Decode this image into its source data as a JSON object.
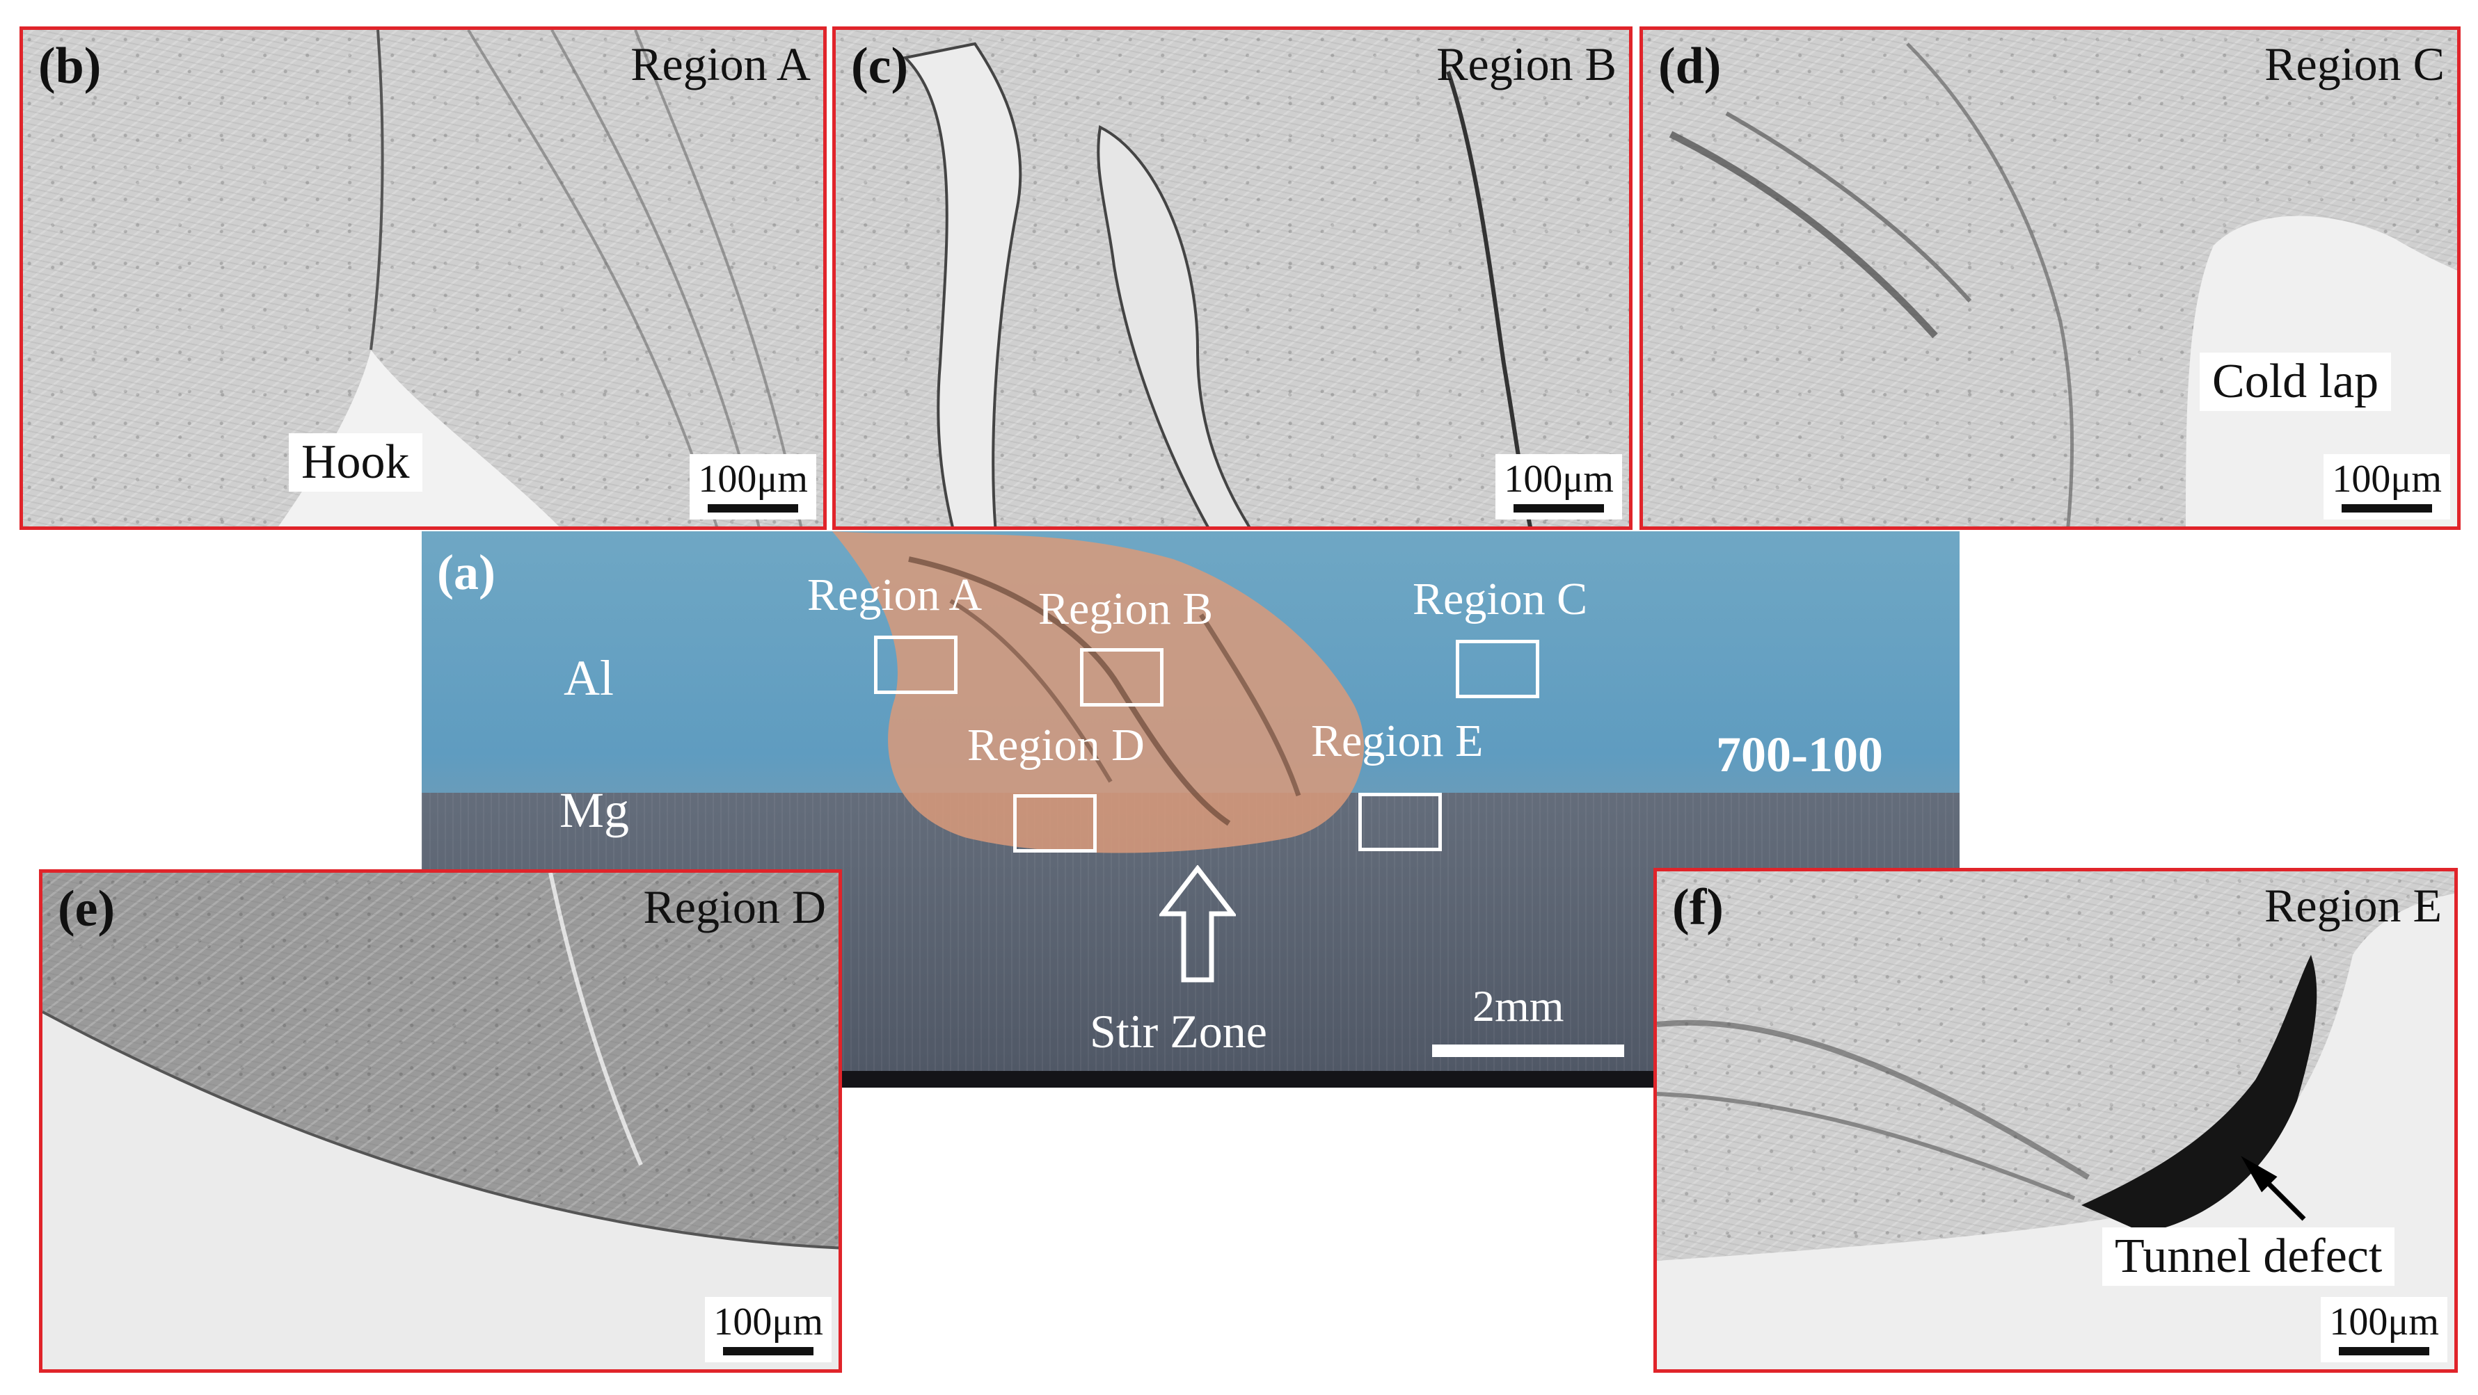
{
  "panels": {
    "a": {
      "letter": "(a)",
      "layers": {
        "top": "Al",
        "bottom": "Mg"
      },
      "sample_id": "700-100",
      "region_labels": [
        "Region A",
        "Region B",
        "Region C",
        "Region D",
        "Region E"
      ],
      "stir_zone": "Stir Zone",
      "scale": "2mm"
    },
    "b": {
      "letter": "(b)",
      "region": "Region A",
      "note": "Hook",
      "scale": "100μm"
    },
    "c": {
      "letter": "(c)",
      "region": "Region B",
      "scale": "100μm"
    },
    "d": {
      "letter": "(d)",
      "region": "Region C",
      "note": "Cold lap",
      "scale": "100μm"
    },
    "e": {
      "letter": "(e)",
      "region": "Region D",
      "scale": "100μm"
    },
    "f": {
      "letter": "(f)",
      "region": "Region E",
      "note": "Tunnel defect",
      "scale": "100μm"
    }
  },
  "colors": {
    "panel_border": "#e0242a",
    "al_layer": "#6fa7c4",
    "mg_layer": "#5a6370",
    "stir_zone": "#d99a7a",
    "annotation": "#ffffff"
  }
}
